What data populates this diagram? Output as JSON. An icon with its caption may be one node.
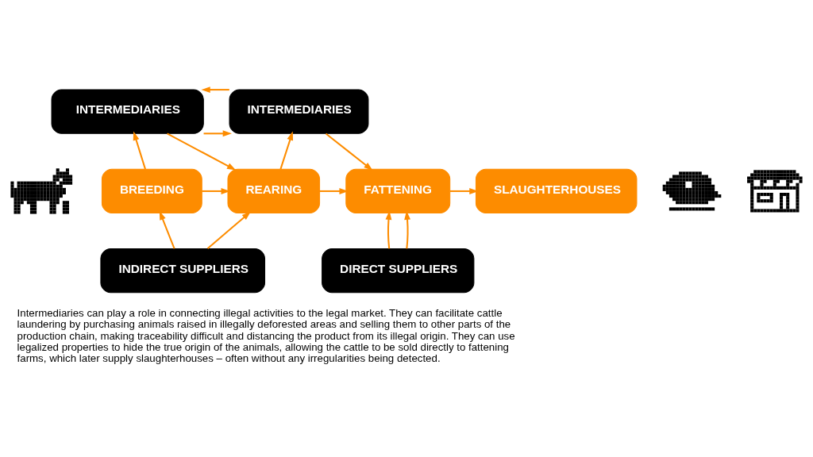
{
  "diagram": {
    "caption": "Intermediaries can play a role in connecting illegal activities to the legal market. They can facilitate cattle laundering by purchasing animals raised in illegally deforested areas and selling them to other parts of the production chain, making traceability difficult and distancing the product from its illegal origin. They can use legalized properties to hide the true origin of the animals, allowing the cattle to be sold directly to fattening farms, which later supply slaughterhouses – often without any irregularities being detected.",
    "nodes": [
      {
        "text": [
          "INTERMEDIARIES"
        ]
      },
      {
        "text": [
          "INTERMEDIARIES"
        ]
      },
      {
        "text": [],
        "shape": "picture"
      },
      {
        "text": [
          "BREEDING"
        ]
      },
      {
        "text": [
          "REARING"
        ]
      },
      {
        "text": [
          "FATTENING"
        ]
      },
      {
        "text": [
          "SLAUGHTERHOUSES"
        ]
      },
      {
        "text": [],
        "shape": "picture"
      },
      {
        "text": [],
        "shape": "picture"
      },
      {
        "text": [
          "INDIRECT SUPPLIERS"
        ]
      },
      {
        "text": [
          "DIRECT SUPPLIERS"
        ]
      }
    ],
    "edges": [
      {
        "from": 3,
        "to": 0,
        "arrow": "to"
      },
      {
        "from": 0,
        "to": 4,
        "arrow": "to"
      },
      {
        "from": 4,
        "to": 1,
        "arrow": "to"
      },
      {
        "from": 1,
        "to": 0,
        "arrow": "to"
      },
      {
        "from": 0,
        "to": 1,
        "arrow": "to"
      },
      {
        "from": 1,
        "to": 5,
        "arrow": "to"
      },
      {
        "from": 3,
        "to": 4,
        "arrow": "to"
      },
      {
        "from": 4,
        "to": 5,
        "arrow": "to"
      },
      {
        "from": 5,
        "to": 6,
        "arrow": "to"
      },
      {
        "from": 9,
        "to": 3,
        "arrow": "to"
      },
      {
        "from": 9,
        "to": 4,
        "arrow": "to"
      },
      {
        "from": 10,
        "to": 5,
        "arrow": "to"
      },
      {
        "from": 10,
        "to": 5,
        "arrow": "to"
      }
    ]
  }
}
